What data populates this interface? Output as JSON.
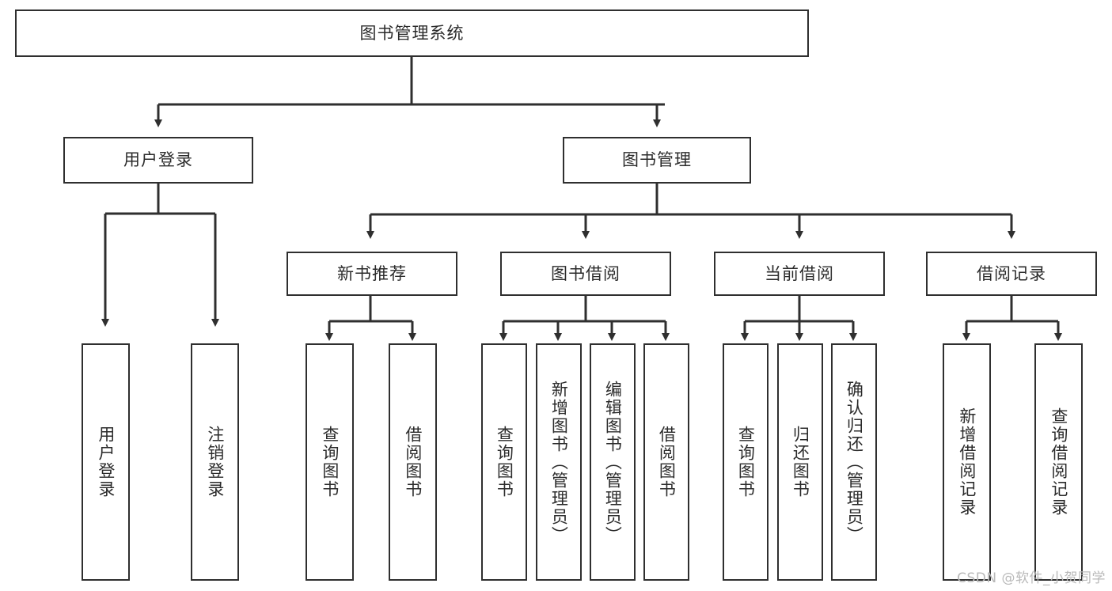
{
  "diagram": {
    "type": "tree-hierarchy",
    "title": "图书管理系统",
    "root": {
      "id": "root",
      "label": "图书管理系统",
      "orientation": "horizontal"
    },
    "level1": [
      {
        "id": "user-login",
        "label": "用户登录",
        "orientation": "horizontal"
      },
      {
        "id": "book-manage",
        "label": "图书管理",
        "orientation": "horizontal"
      }
    ],
    "level2": [
      {
        "id": "new-book-rec",
        "label": "新书推荐",
        "orientation": "horizontal",
        "parent": "book-manage"
      },
      {
        "id": "book-borrow",
        "label": "图书借阅",
        "orientation": "horizontal",
        "parent": "book-manage"
      },
      {
        "id": "current-borrow",
        "label": "当前借阅",
        "orientation": "horizontal",
        "parent": "book-manage"
      },
      {
        "id": "borrow-record",
        "label": "借阅记录",
        "orientation": "horizontal",
        "parent": "book-manage"
      }
    ],
    "leaves": [
      {
        "id": "leaf-user-login",
        "label": "用户登录",
        "parent": "user-login",
        "orientation": "vertical"
      },
      {
        "id": "leaf-logout",
        "label": "注销登录",
        "parent": "user-login",
        "orientation": "vertical"
      },
      {
        "id": "leaf-query-book-1",
        "label": "查询图书",
        "parent": "new-book-rec",
        "orientation": "vertical"
      },
      {
        "id": "leaf-borrow-book-1",
        "label": "借阅图书",
        "parent": "new-book-rec",
        "orientation": "vertical"
      },
      {
        "id": "leaf-query-book-2",
        "label": "查询图书",
        "parent": "book-borrow",
        "orientation": "vertical"
      },
      {
        "id": "leaf-add-book",
        "label": "新增图书（管理员）",
        "parent": "book-borrow",
        "orientation": "vertical"
      },
      {
        "id": "leaf-edit-book",
        "label": "编辑图书（管理员）",
        "parent": "book-borrow",
        "orientation": "vertical"
      },
      {
        "id": "leaf-borrow-book-2",
        "label": "借阅图书",
        "parent": "book-borrow",
        "orientation": "vertical"
      },
      {
        "id": "leaf-query-book-3",
        "label": "查询图书",
        "parent": "current-borrow",
        "orientation": "vertical"
      },
      {
        "id": "leaf-return-book",
        "label": "归还图书",
        "parent": "current-borrow",
        "orientation": "vertical"
      },
      {
        "id": "leaf-confirm-return",
        "label": "确认归还（管理员）",
        "parent": "current-borrow",
        "orientation": "vertical"
      },
      {
        "id": "leaf-add-record",
        "label": "新增借阅记录",
        "parent": "borrow-record",
        "orientation": "vertical"
      },
      {
        "id": "leaf-query-record",
        "label": "查询借阅记录",
        "parent": "borrow-record",
        "orientation": "vertical"
      }
    ],
    "watermark": "CSDN @软件_小贺同学",
    "colors": {
      "border": "#2f2f2f",
      "text": "#2b2b2b",
      "background": "#ffffff",
      "wire": "#2f2f2f",
      "watermark": "#b9b9b9"
    }
  }
}
